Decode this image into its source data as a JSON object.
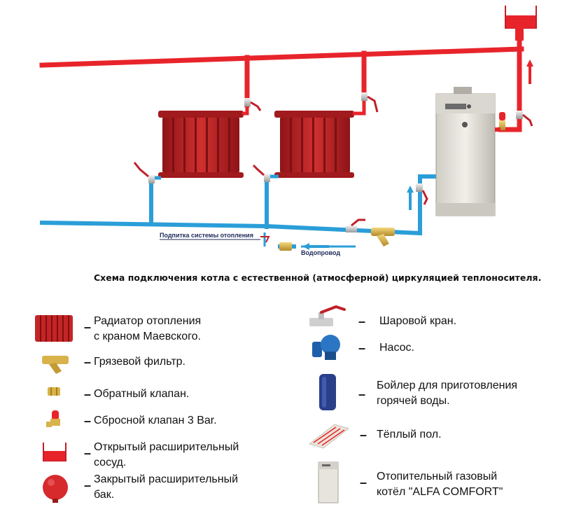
{
  "scheme": {
    "label_podpitka": "Подпитка системы отопления",
    "label_vodoprovod": "Водопровод",
    "caption": "Схема подключения котла с естественной (атмосферной) циркуляцией теплоносителя."
  },
  "legend": {
    "left": [
      {
        "name": "radiator-icon",
        "line1": "Радиатор отопления",
        "line2": "с краном Маевского."
      },
      {
        "name": "mud-filter-icon",
        "line1": "Грязевой фильтр.",
        "line2": ""
      },
      {
        "name": "check-valve-icon",
        "line1": "Обратный клапан.",
        "line2": ""
      },
      {
        "name": "relief-valve-icon",
        "line1": "Сбросной клапан 3 Bar.",
        "line2": ""
      },
      {
        "name": "open-expansion-tank-icon",
        "line1": "Открытый расширительный",
        "line2": "сосуд."
      },
      {
        "name": "closed-expansion-tank-icon",
        "line1": "Закрытый расширительный",
        "line2": "бак."
      }
    ],
    "right": [
      {
        "name": "ball-valve-icon",
        "line1": "Шаровой кран.",
        "line2": ""
      },
      {
        "name": "pump-icon",
        "line1": "Насос.",
        "line2": ""
      },
      {
        "name": "boiler-tank-icon",
        "line1": "Бойлер для приготовления",
        "line2": "горячей воды."
      },
      {
        "name": "floor-heating-icon",
        "line1": "Тёплый пол.",
        "line2": ""
      },
      {
        "name": "gas-boiler-icon",
        "line1": "Отопительный газовый",
        "line2": "котёл \"ALFA COMFORT\""
      }
    ]
  },
  "colors": {
    "hot_pipe": "#e8242b",
    "cold_pipe": "#2b9ed8",
    "radiator": "#b51f22",
    "boiler": "#e6e4dc",
    "text_dark": "#111111",
    "label_blue": "#1e2a5a"
  }
}
